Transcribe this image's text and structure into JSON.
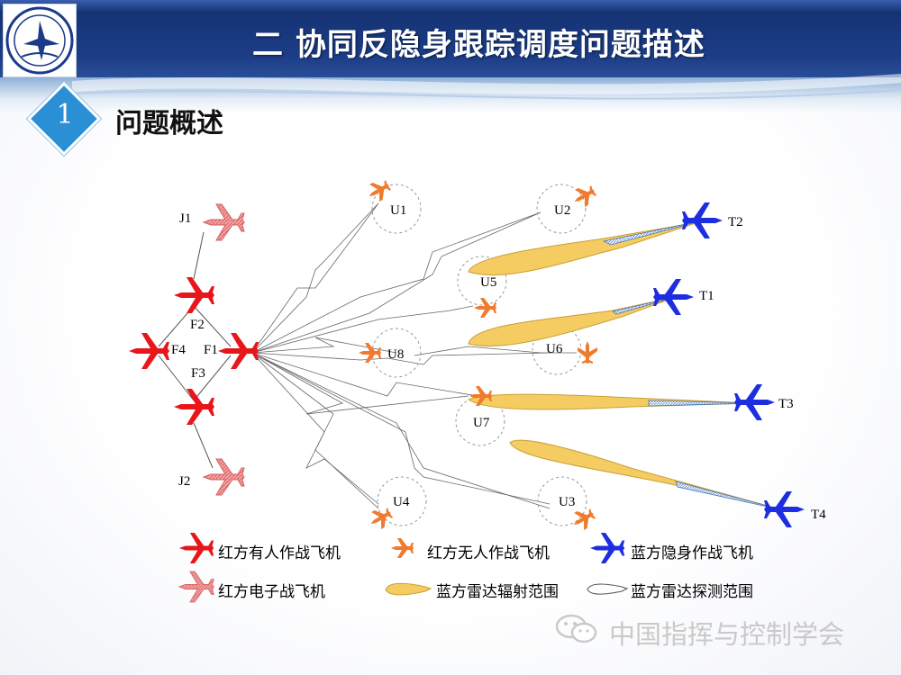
{
  "header": {
    "title": "二  协同反隐身跟踪调度问题描述",
    "logo_icon": "university-seal-icon"
  },
  "section": {
    "number": "1",
    "title": "问题概述"
  },
  "diagram": {
    "red_manned": [
      "F4",
      "F1",
      "F2",
      "F3"
    ],
    "red_jammers": [
      "J1",
      "J2"
    ],
    "red_uavs": [
      "U1",
      "U2",
      "U3",
      "U4",
      "U5",
      "U6",
      "U7",
      "U8"
    ],
    "blue_stealth": [
      "T1",
      "T2",
      "T3",
      "T4"
    ],
    "colors": {
      "red_manned": "#e8161b",
      "red_jammer": "#f08b8b",
      "red_uav": "#f07b2e",
      "blue_stealth": "#1d2ee0",
      "radar_emission": "#f4cc62"
    }
  },
  "legend": {
    "red_manned": "红方有人作战飞机",
    "red_uav": "红方无人作战飞机",
    "blue_stealth": "蓝方隐身作战飞机",
    "red_jammer": "红方电子战飞机",
    "radar_emission": "蓝方雷达辐射范围",
    "radar_detect": "蓝方雷达探测范围"
  },
  "watermark": {
    "text": "中国指挥与控制学会",
    "icon": "wechat-icon"
  }
}
